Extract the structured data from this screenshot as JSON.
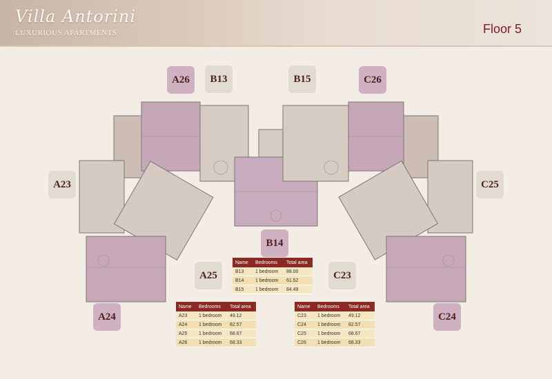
{
  "header": {
    "brand": "Villa Antorini",
    "tagline": "LUXURIOUS APARTMENTS",
    "floor": "Floor 5"
  },
  "units": {
    "A26": "A26",
    "B13": "B13",
    "B15": "B15",
    "C26": "C26",
    "A23": "A23",
    "C25": "C25",
    "B14": "B14",
    "A25": "A25",
    "C23": "C23",
    "A24": "A24",
    "C24": "C24"
  },
  "colors": {
    "accent": "#7a1f1f",
    "table_header": "#8a2a24",
    "apartment_a": "#cfb1c1",
    "apartment_b": "#e2dbd1"
  },
  "tables": {
    "b": {
      "headers": [
        "Name",
        "Bedrooms",
        "Total area"
      ],
      "rows": [
        [
          "B13",
          "1 bedroom",
          "88.00"
        ],
        [
          "B14",
          "1 bedroom",
          "61.52"
        ],
        [
          "B15",
          "1 bedroom",
          "84.49"
        ]
      ]
    },
    "a": {
      "headers": [
        "Name",
        "Bedrooms",
        "Total area"
      ],
      "rows": [
        [
          "A23",
          "1 bedroom",
          "49.12"
        ],
        [
          "A24",
          "1 bedroom",
          "82.57"
        ],
        [
          "A25",
          "1 bedroom",
          "68.67"
        ],
        [
          "A26",
          "1 bedroom",
          "68.33"
        ]
      ]
    },
    "c": {
      "headers": [
        "Name",
        "Bedrooms",
        "Total area"
      ],
      "rows": [
        [
          "C23",
          "1 bedroom",
          "49.12"
        ],
        [
          "C24",
          "1 bedroom",
          "82.57"
        ],
        [
          "C25",
          "1 bedroom",
          "68.67"
        ],
        [
          "C26",
          "1 bedroom",
          "68.33"
        ]
      ]
    }
  }
}
